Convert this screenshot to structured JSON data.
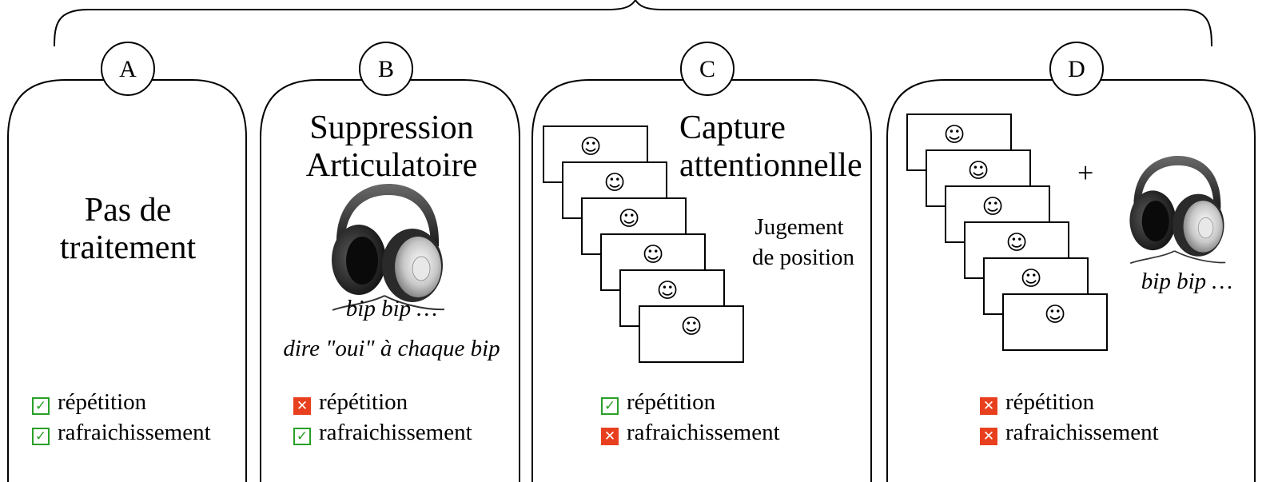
{
  "panels": [
    {
      "letter": "A",
      "title_lines": [
        "Pas de",
        "traitement"
      ],
      "checks": [
        {
          "label": "répétition",
          "status": "ok"
        },
        {
          "label": "rafraichissement",
          "status": "ok"
        }
      ]
    },
    {
      "letter": "B",
      "title_lines": [
        "Suppression",
        "Articulatoire"
      ],
      "caption": "bip bip …",
      "instruction": "dire \"oui\" à chaque bip",
      "checks": [
        {
          "label": "répétition",
          "status": "no"
        },
        {
          "label": "rafraichissement",
          "status": "ok"
        }
      ]
    },
    {
      "letter": "C",
      "title_lines": [
        "Capture",
        "attentionnelle"
      ],
      "side_lines": [
        "Jugement",
        "de position"
      ],
      "checks": [
        {
          "label": "répétition",
          "status": "ok"
        },
        {
          "label": "rafraichissement",
          "status": "no"
        }
      ]
    },
    {
      "letter": "D",
      "plus": "+",
      "caption": "bip bip …",
      "checks": [
        {
          "label": "répétition",
          "status": "no"
        },
        {
          "label": "rafraichissement",
          "status": "no"
        }
      ]
    }
  ],
  "smiley": "☺",
  "colors": {
    "ok": "#28a028",
    "no": "#e8401e"
  }
}
